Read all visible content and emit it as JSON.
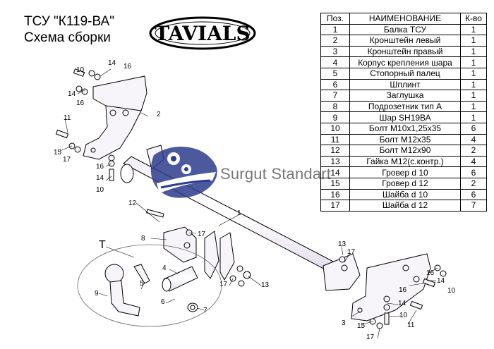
{
  "header": {
    "title_line1": "ТСУ  \"К119-ВА\"",
    "title_line2": "Схема сборки",
    "logo_text": "TAVIALS"
  },
  "watermark": {
    "text": "Surgut Standart"
  },
  "table": {
    "headers": [
      "Поз.",
      "НАИМЕНОВАНИЕ",
      "К-во"
    ],
    "rows": [
      [
        "1",
        "Балка ТСУ",
        "1"
      ],
      [
        "2",
        "Кронштейн левый",
        "1"
      ],
      [
        "3",
        "Кронштейн правый",
        "1"
      ],
      [
        "4",
        "Корпус крепления шара",
        "1"
      ],
      [
        "5",
        "Стопорный палец",
        "1"
      ],
      [
        "6",
        "Шплинт",
        "1"
      ],
      [
        "7",
        "Заглушка",
        "1"
      ],
      [
        "8",
        "Подрозетник тип А",
        "1"
      ],
      [
        "9",
        "Шар SH19ВА",
        "1"
      ],
      [
        "10",
        "Болт М10х1,25х35",
        "6"
      ],
      [
        "11",
        "Болт М12х35",
        "4"
      ],
      [
        "12",
        "Болт М12х90",
        "2"
      ],
      [
        "13",
        "Гайка М12(с.контр.)",
        "4"
      ],
      [
        "14",
        "Гровер d 10",
        "6"
      ],
      [
        "15",
        "Гровер d 12",
        "2"
      ],
      [
        "16",
        "Шайба d 10",
        "6"
      ],
      [
        "17",
        "Шайба d 12",
        "7"
      ]
    ]
  },
  "callouts": {
    "c10a": "10",
    "c14a": "14",
    "c16a": "16",
    "c14b": "14",
    "c16b": "16",
    "c2": "2",
    "c11a": "11",
    "c15a": "15",
    "c17a": "17",
    "c16c": "16",
    "c14c": "14",
    "c10b": "10",
    "c1": "1",
    "c12": "12",
    "c8": "8",
    "c17b": "17",
    "cT": "T",
    "c4": "4",
    "c9": "9",
    "c5": "5",
    "c6": "6",
    "c7": "7",
    "c17c": "17",
    "c13a": "13",
    "c13b": "13",
    "c17d": "17",
    "c16d": "16",
    "c14d": "14",
    "c10c": "10",
    "c16e": "16",
    "c14e": "14",
    "c10d": "10",
    "c3": "3",
    "c15b": "15",
    "c17e": "17",
    "c11b": "11"
  }
}
